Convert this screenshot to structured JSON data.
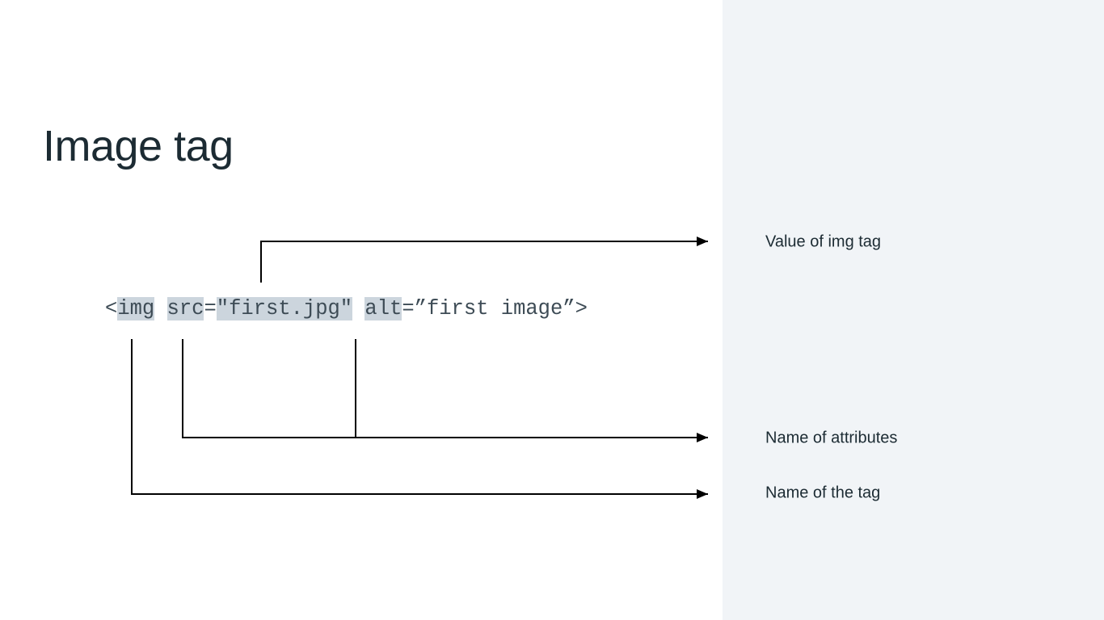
{
  "title": "Image tag",
  "code": {
    "open": "<",
    "tag": "img",
    "sp1": " ",
    "attr1": "src",
    "eq1": "=",
    "value1": "\"first.jpg\"",
    "sp2": " ",
    "attr2": "alt",
    "rest": "=”first image”>"
  },
  "labels": {
    "value": "Value of img tag",
    "attributes": "Name of attributes",
    "tag": "Name of the tag"
  },
  "colors": {
    "highlight": "#ccd5dd",
    "panel": "#f1f4f7",
    "text": "#1c2b33"
  }
}
